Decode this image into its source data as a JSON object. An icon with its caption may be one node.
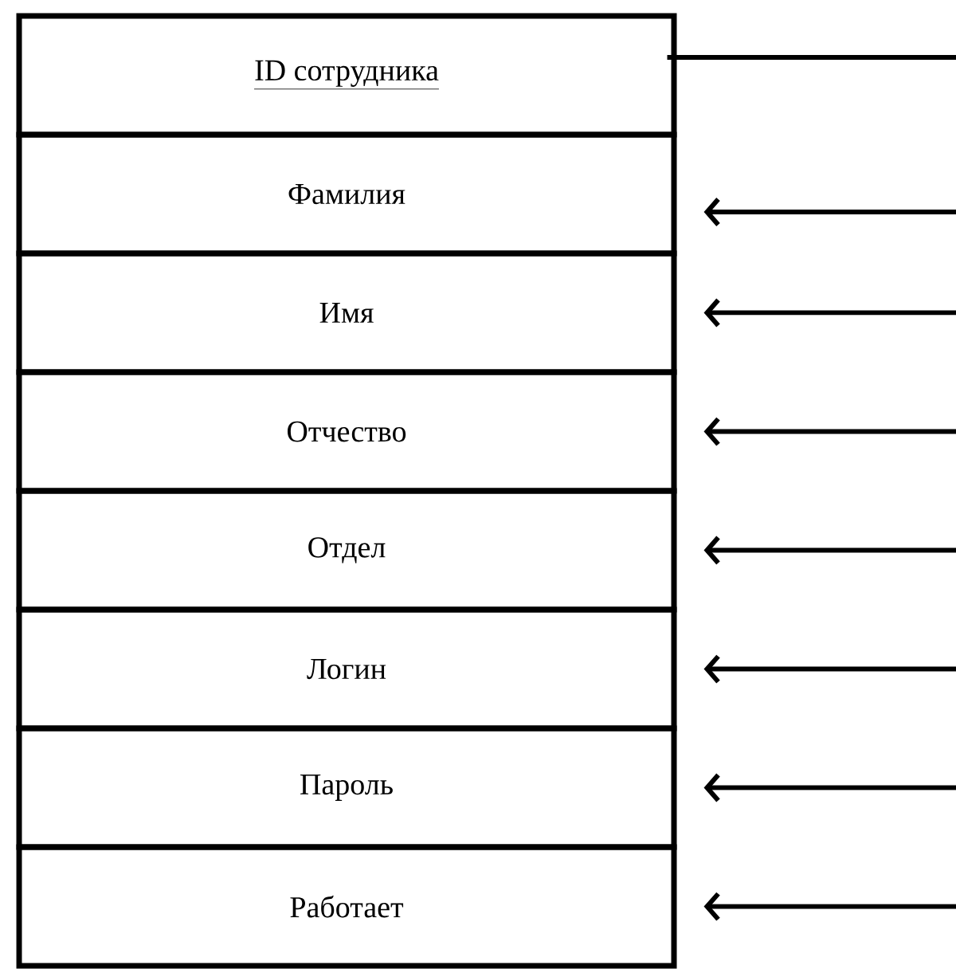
{
  "diagram": {
    "nodes": [
      {
        "text": [
          "ID сотрудника"
        ]
      },
      {
        "text": [
          "Фамилия"
        ]
      },
      {
        "text": [
          "Имя"
        ]
      },
      {
        "text": [
          "Отчество"
        ]
      },
      {
        "text": [
          "Отдел"
        ]
      },
      {
        "text": [
          "Логин"
        ]
      },
      {
        "text": [
          "Пароль"
        ]
      },
      {
        "text": [
          "Работает"
        ]
      }
    ],
    "edges": [
      {
        "from": 0,
        "to": null,
        "arrow": "none"
      },
      {
        "from": null,
        "to": 1,
        "arrow": "to"
      },
      {
        "from": null,
        "to": 2,
        "arrow": "to"
      },
      {
        "from": null,
        "to": 3,
        "arrow": "to"
      },
      {
        "from": null,
        "to": 4,
        "arrow": "to"
      },
      {
        "from": null,
        "to": 5,
        "arrow": "to"
      },
      {
        "from": null,
        "to": 6,
        "arrow": "to"
      },
      {
        "from": null,
        "to": 7,
        "arrow": "to"
      }
    ]
  }
}
